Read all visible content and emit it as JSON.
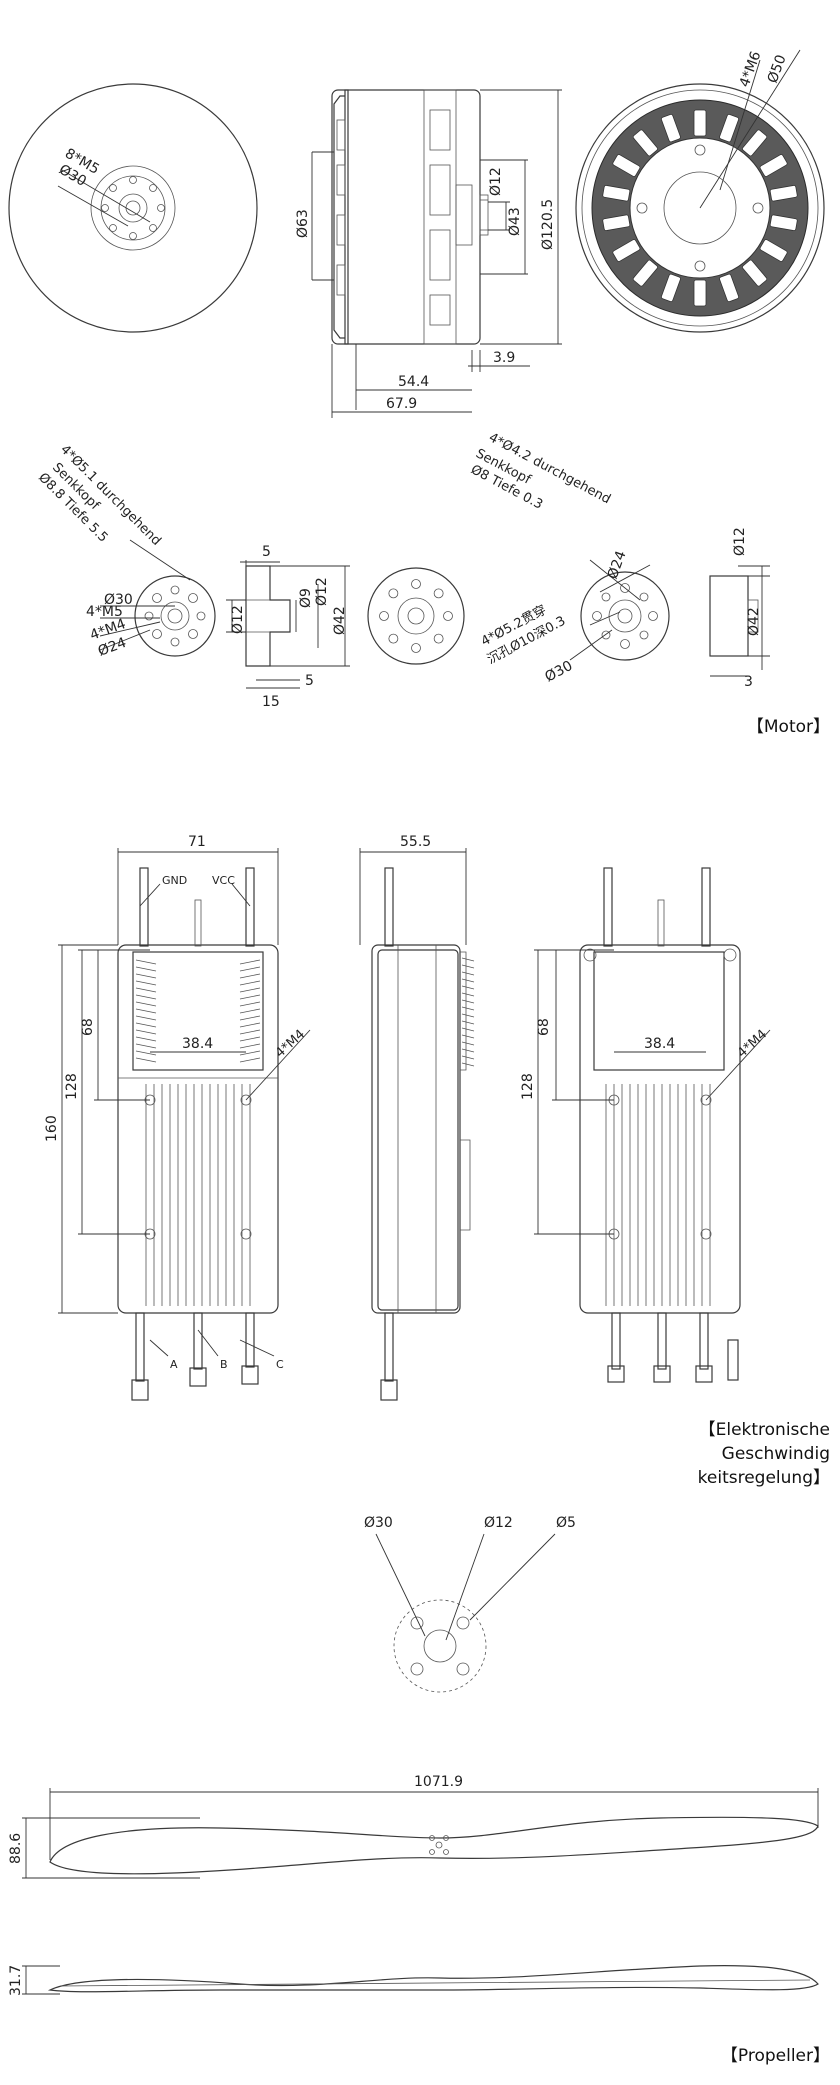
{
  "motor": {
    "front": {
      "holes": "8*M5",
      "d30": "Ø30"
    },
    "side": {
      "d63": "Ø63",
      "d12": "Ø12",
      "d43": "Ø43",
      "d120": "Ø120.5",
      "w39": "3.9",
      "w544": "54.4",
      "w679": "67.9"
    },
    "back": {
      "holes": "4*M6",
      "d50": "Ø50"
    },
    "mount_left": {
      "note1": "4*Ø5.1 durchgehend",
      "note2": "Senkkopf",
      "note3": "Ø8.8 Tiefe 5.5",
      "d30": "Ø30",
      "m5": "4*M5",
      "m4": "4*M4",
      "d24": "Ø24"
    },
    "mount_side": {
      "top5": "5",
      "d9": "Ø9",
      "d12r": "Ø12",
      "d12l": "Ø12",
      "d42": "Ø42",
      "b5": "5",
      "b15": "15"
    },
    "mount_right": {
      "note1": "4*Ø4.2 durchgehend",
      "note2": "Senkkopf",
      "note3": "Ø8 Tiefe 0.3",
      "d24": "Ø24",
      "note4": "4*Ø5.2贯穿",
      "note5": "沉孔Ø10深0.3",
      "d30": "Ø30"
    },
    "mount_side2": {
      "d12": "Ø12",
      "d42": "Ø42",
      "w3": "3"
    },
    "label": "【Motor】"
  },
  "esc": {
    "front": {
      "w71": "71",
      "gnd": "GND",
      "vcc": "VCC",
      "h160": "160",
      "h128": "128",
      "h68": "68",
      "w384": "38.4",
      "m4": "4*M4",
      "a": "A",
      "b": "B",
      "c": "C"
    },
    "side": {
      "w555": "55.5"
    },
    "back": {
      "h68": "68",
      "h128": "128",
      "w384": "38.4",
      "m4": "4*M4"
    },
    "label_lines": [
      "【Elektronische",
      "Geschwindig",
      "keitsregelung】"
    ]
  },
  "hub": {
    "d30": "Ø30",
    "d12": "Ø12",
    "d5": "Ø5"
  },
  "propeller": {
    "length": "1071.9",
    "width": "88.6",
    "thick": "31.7",
    "label": "【Propeller】"
  }
}
